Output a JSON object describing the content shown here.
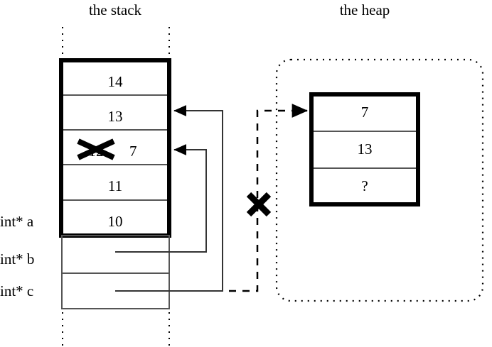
{
  "diagram": {
    "type": "memory-layout-diagram",
    "titles": {
      "stack": "the stack",
      "heap": "the heap"
    },
    "stack": {
      "frame_cells": [
        {
          "value": "14"
        },
        {
          "value": "13"
        },
        {
          "value": "12",
          "struck_out": true,
          "replacement": "7"
        },
        {
          "value": "11"
        },
        {
          "value": "10"
        }
      ],
      "pointer_rows": [
        {
          "label": "int* a"
        },
        {
          "label": "int* b"
        },
        {
          "label": "int* c"
        }
      ]
    },
    "heap": {
      "cells": [
        {
          "value": "7"
        },
        {
          "value": "13"
        },
        {
          "value": "?"
        }
      ]
    },
    "annotations": {
      "struck_value": "12",
      "new_value": "7",
      "unknown_value": "?",
      "invalidated_pointer_marker": "x-cross",
      "dangling_edge_label": ""
    },
    "colors": {
      "ink": "#000000",
      "thin_rule": "#555555",
      "background": "#ffffff"
    }
  }
}
